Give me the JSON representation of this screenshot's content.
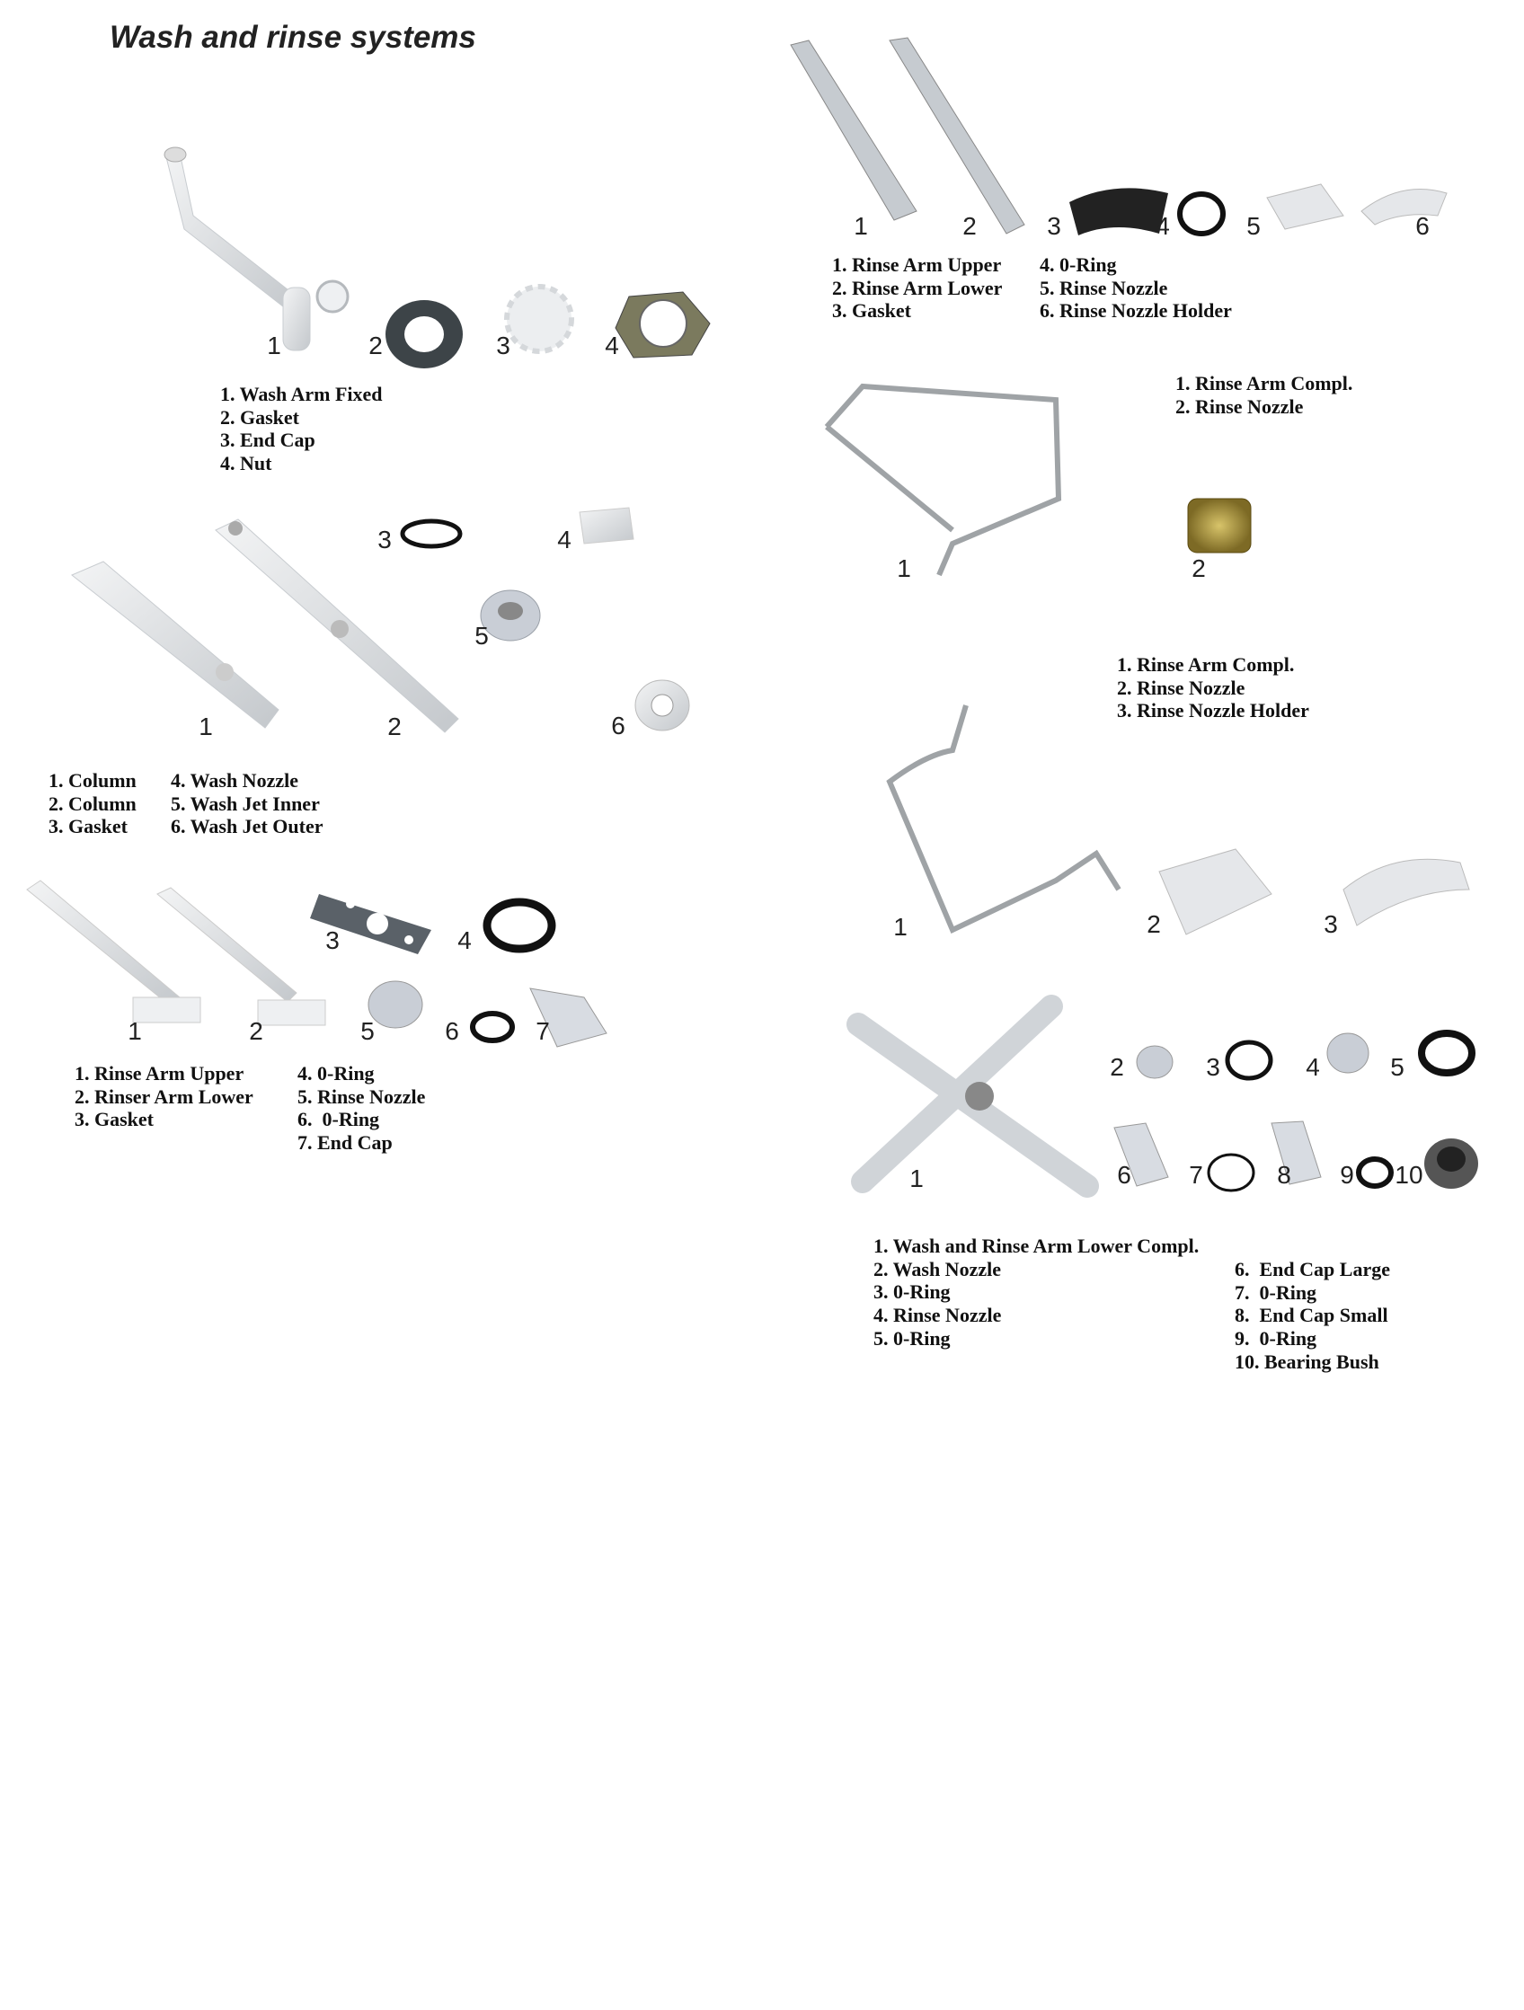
{
  "title": "Wash and rinse systems",
  "colors": {
    "part_white": "#e8eaec",
    "part_shadow": "#b9bdc2",
    "gasket": "#3d4448",
    "ring": "#111111",
    "brass": "#b39a3c",
    "steel": "#9fa3a6"
  },
  "sections": [
    {
      "id": "wash-arm-fixed",
      "labels": [
        "1",
        "2",
        "3",
        "4"
      ],
      "legend": [
        "1. Wash Arm Fixed",
        "2. Gasket",
        "3. End Cap",
        "4. Nut"
      ]
    },
    {
      "id": "columns",
      "labels": [
        "3",
        "4",
        "5",
        "1",
        "2",
        "6"
      ],
      "legend": [
        "1. Column",
        "2. Column",
        "3. Gasket",
        "4. Wash Nozzle",
        "5. Wash Jet Inner",
        "6. Wash Jet Outer"
      ]
    },
    {
      "id": "rinse-arms-left",
      "labels": [
        "3",
        "4",
        "1",
        "2",
        "5",
        "6",
        "7"
      ],
      "legend": [
        "1. Rinse Arm Upper",
        "2. Rinser Arm Lower",
        "3. Gasket",
        "4. 0-Ring",
        "5. Rinse Nozzle",
        "6.  0-Ring",
        "7. End Cap"
      ]
    },
    {
      "id": "rinse-arms-top",
      "labels": [
        "1",
        "2",
        "3",
        "4",
        "5",
        "6"
      ],
      "legend": [
        "1. Rinse Arm Upper",
        "2. Rinse Arm Lower",
        "3. Gasket",
        "4. 0-Ring",
        "5. Rinse Nozzle",
        "6. Rinse Nozzle Holder"
      ]
    },
    {
      "id": "rinse-arm-compl-a",
      "labels": [
        "1",
        "2"
      ],
      "legend": [
        "1. Rinse Arm Compl.",
        "2. Rinse Nozzle"
      ]
    },
    {
      "id": "rinse-arm-compl-b",
      "labels": [
        "1",
        "2",
        "3"
      ],
      "legend": [
        "1. Rinse Arm Compl.",
        "2. Rinse Nozzle",
        "3. Rinse Nozzle Holder"
      ]
    },
    {
      "id": "wash-rinse-arm-lower",
      "labels": [
        "1",
        "2",
        "3",
        "4",
        "5",
        "6",
        "7",
        "8",
        "9",
        "10"
      ],
      "legend": [
        "1. Wash and Rinse Arm Lower Compl.",
        "2. Wash Nozzle",
        "3. 0-Ring",
        "4. Rinse Nozzle",
        "5. 0-Ring",
        "6.  End Cap Large",
        "7.  0-Ring",
        "8.  End Cap Small",
        "9.  0-Ring",
        "10. Bearing Bush"
      ]
    }
  ]
}
